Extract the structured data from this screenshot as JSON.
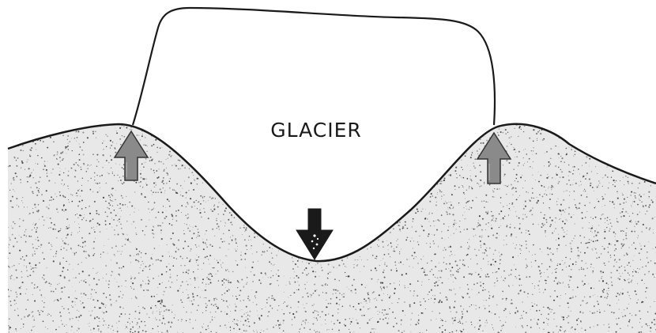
{
  "diagram": {
    "labels": {
      "glacier": "GLACIER"
    },
    "colors": {
      "ground_fill": "#e8e8e8",
      "ground_speckle": "#2a2a2a",
      "outline": "#1a1a1a",
      "uplift_arrow": "#8a8a8a",
      "subsidence_arrow": "#1a1a1a"
    },
    "arrows": [
      {
        "name": "left-uplift-arrow",
        "direction": "up"
      },
      {
        "name": "center-subsidence-arrow",
        "direction": "down"
      },
      {
        "name": "right-uplift-arrow",
        "direction": "up"
      }
    ]
  }
}
